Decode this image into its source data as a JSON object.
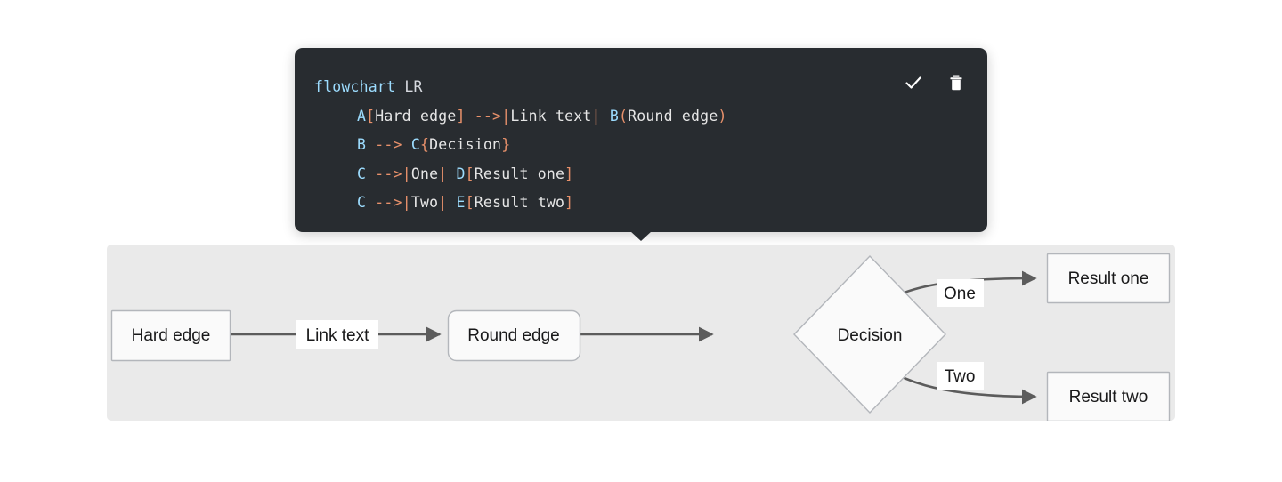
{
  "editor": {
    "panel_name": "mermaid-code-editor",
    "background": "#282c30",
    "tools": [
      {
        "name": "confirm-button",
        "icon": "check-icon",
        "label": "Confirm"
      },
      {
        "name": "delete-button",
        "icon": "trash-icon",
        "label": "Delete"
      }
    ],
    "code_lines": [
      {
        "indented": false,
        "tokens": [
          {
            "cls": "tok-kw",
            "t": "flowchart"
          },
          {
            "cls": "tok-plain",
            "t": " LR"
          }
        ]
      },
      {
        "indented": true,
        "tokens": [
          {
            "cls": "tok-id",
            "t": "A"
          },
          {
            "cls": "tok-punct",
            "t": "["
          },
          {
            "cls": "tok-text",
            "t": "Hard edge"
          },
          {
            "cls": "tok-punct",
            "t": "]"
          },
          {
            "cls": "tok-plain",
            "t": " "
          },
          {
            "cls": "tok-arrow",
            "t": "-->"
          },
          {
            "cls": "tok-pipe",
            "t": "|"
          },
          {
            "cls": "tok-text",
            "t": "Link text"
          },
          {
            "cls": "tok-pipe",
            "t": "|"
          },
          {
            "cls": "tok-plain",
            "t": " "
          },
          {
            "cls": "tok-id",
            "t": "B"
          },
          {
            "cls": "tok-punct",
            "t": "("
          },
          {
            "cls": "tok-text",
            "t": "Round edge"
          },
          {
            "cls": "tok-punct",
            "t": ")"
          }
        ]
      },
      {
        "indented": true,
        "tokens": [
          {
            "cls": "tok-id",
            "t": "B"
          },
          {
            "cls": "tok-plain",
            "t": " "
          },
          {
            "cls": "tok-arrow",
            "t": "-->"
          },
          {
            "cls": "tok-plain",
            "t": " "
          },
          {
            "cls": "tok-id",
            "t": "C"
          },
          {
            "cls": "tok-punct",
            "t": "{"
          },
          {
            "cls": "tok-text",
            "t": "Decision"
          },
          {
            "cls": "tok-punct",
            "t": "}"
          }
        ]
      },
      {
        "indented": true,
        "tokens": [
          {
            "cls": "tok-id",
            "t": "C"
          },
          {
            "cls": "tok-plain",
            "t": " "
          },
          {
            "cls": "tok-arrow",
            "t": "-->"
          },
          {
            "cls": "tok-pipe",
            "t": "|"
          },
          {
            "cls": "tok-text",
            "t": "One"
          },
          {
            "cls": "tok-pipe",
            "t": "|"
          },
          {
            "cls": "tok-plain",
            "t": " "
          },
          {
            "cls": "tok-id",
            "t": "D"
          },
          {
            "cls": "tok-punct",
            "t": "["
          },
          {
            "cls": "tok-text",
            "t": "Result one"
          },
          {
            "cls": "tok-punct",
            "t": "]"
          }
        ]
      },
      {
        "indented": true,
        "tokens": [
          {
            "cls": "tok-id",
            "t": "C"
          },
          {
            "cls": "tok-plain",
            "t": " "
          },
          {
            "cls": "tok-arrow",
            "t": "-->"
          },
          {
            "cls": "tok-pipe",
            "t": "|"
          },
          {
            "cls": "tok-text",
            "t": "Two"
          },
          {
            "cls": "tok-pipe",
            "t": "|"
          },
          {
            "cls": "tok-plain",
            "t": " "
          },
          {
            "cls": "tok-id",
            "t": "E"
          },
          {
            "cls": "tok-punct",
            "t": "["
          },
          {
            "cls": "tok-text",
            "t": "Result two"
          },
          {
            "cls": "tok-punct",
            "t": "]"
          }
        ]
      }
    ],
    "raw_code": "flowchart LR\n    A[Hard edge] -->|Link text| B(Round edge)\n    B --> C{Decision}\n    C -->|One| D[Result one]\n    C -->|Two| E[Result two]"
  },
  "diagram": {
    "direction": "LR",
    "canvas_background": "#eaeaea",
    "node_fill": "#fafafa",
    "node_stroke": "#b3b6bb",
    "edge_stroke": "#5c5c5c",
    "nodes": [
      {
        "id": "A",
        "label": "Hard edge",
        "shape": "rect"
      },
      {
        "id": "B",
        "label": "Round edge",
        "shape": "round"
      },
      {
        "id": "C",
        "label": "Decision",
        "shape": "diamond"
      },
      {
        "id": "D",
        "label": "Result one",
        "shape": "rect"
      },
      {
        "id": "E",
        "label": "Result two",
        "shape": "rect"
      }
    ],
    "edges": [
      {
        "from": "A",
        "to": "B",
        "label": "Link text"
      },
      {
        "from": "B",
        "to": "C",
        "label": ""
      },
      {
        "from": "C",
        "to": "D",
        "label": "One"
      },
      {
        "from": "C",
        "to": "E",
        "label": "Two"
      }
    ]
  }
}
